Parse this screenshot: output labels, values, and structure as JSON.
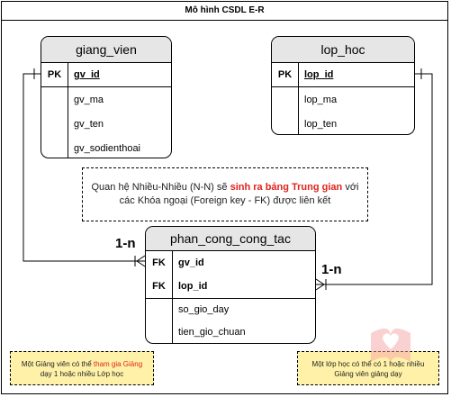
{
  "title": "Mô hình CSDL E-R",
  "entities": {
    "giang_vien": {
      "name": "giang_vien",
      "pk": {
        "key": "PK",
        "attr": "gv_id"
      },
      "attrs": [
        "gv_ma",
        "gv_ten",
        "gv_sodienthoai"
      ]
    },
    "lop_hoc": {
      "name": "lop_hoc",
      "pk": {
        "key": "PK",
        "attr": "lop_id"
      },
      "attrs": [
        "lop_ma",
        "lop_ten"
      ]
    },
    "phan_cong_cong_tac": {
      "name": "phan_cong_cong_tac",
      "fk1": {
        "key": "FK",
        "attr": "gv_id"
      },
      "fk2": {
        "key": "FK",
        "attr": "lop_id"
      },
      "attrs": [
        "so_gio_day",
        "tien_gio_chuan"
      ]
    }
  },
  "note": {
    "part1": "Quan hệ Nhiều-Nhiều (N-N) sẽ ",
    "highlight": "sinh ra bảng Trung gian",
    "part2": " với",
    "line2": "các Khóa ngoại (Foreign key - FK) được liên kết"
  },
  "cardinality": {
    "left": "1-n",
    "right": "1-n"
  },
  "sticky_left": {
    "part1": "Một Giảng viên có thể ",
    "highlight": "tham gia Giảng",
    "line2": "dạy 1 hoặc nhiều Lớp học"
  },
  "sticky_right": {
    "part1": "Một lớp học có thể có 1 hoặc nhiều",
    "line2": "Giảng viên giảng dạy"
  },
  "colors": {
    "header": "#e6e6e6",
    "highlight": "#e0241b",
    "sticky": "#fff2a8"
  }
}
